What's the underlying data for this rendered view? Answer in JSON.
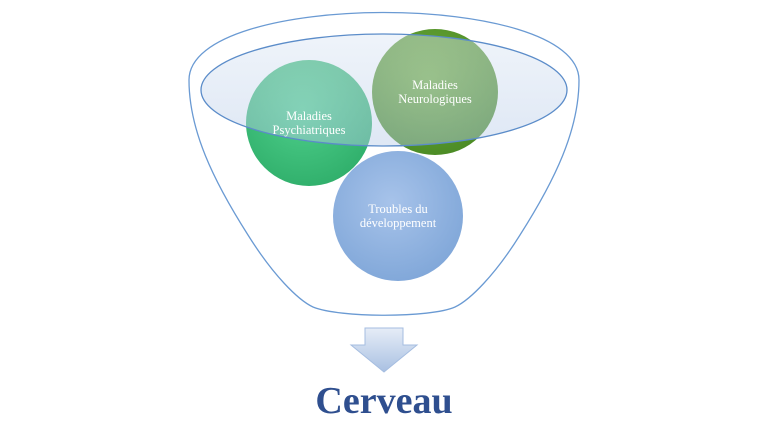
{
  "diagram": {
    "circles": {
      "psychiatric": {
        "line1": "Maladies",
        "line2": "Psychiatriques",
        "color": "#3dbf7a"
      },
      "neurological": {
        "line1": "Maladies",
        "line2": "Neurologiques",
        "color": "#5c9a2e"
      },
      "developmental": {
        "line1": "Troubles du",
        "line2": "développement",
        "color": "#8fb3e0"
      }
    },
    "result": "Cerveau",
    "colors": {
      "funnel_outline": "#6a9ad3",
      "funnel_top_fill": "#c8d8ef",
      "arrow": "#b9cbe6",
      "result_text": "#2f4f8f"
    }
  }
}
